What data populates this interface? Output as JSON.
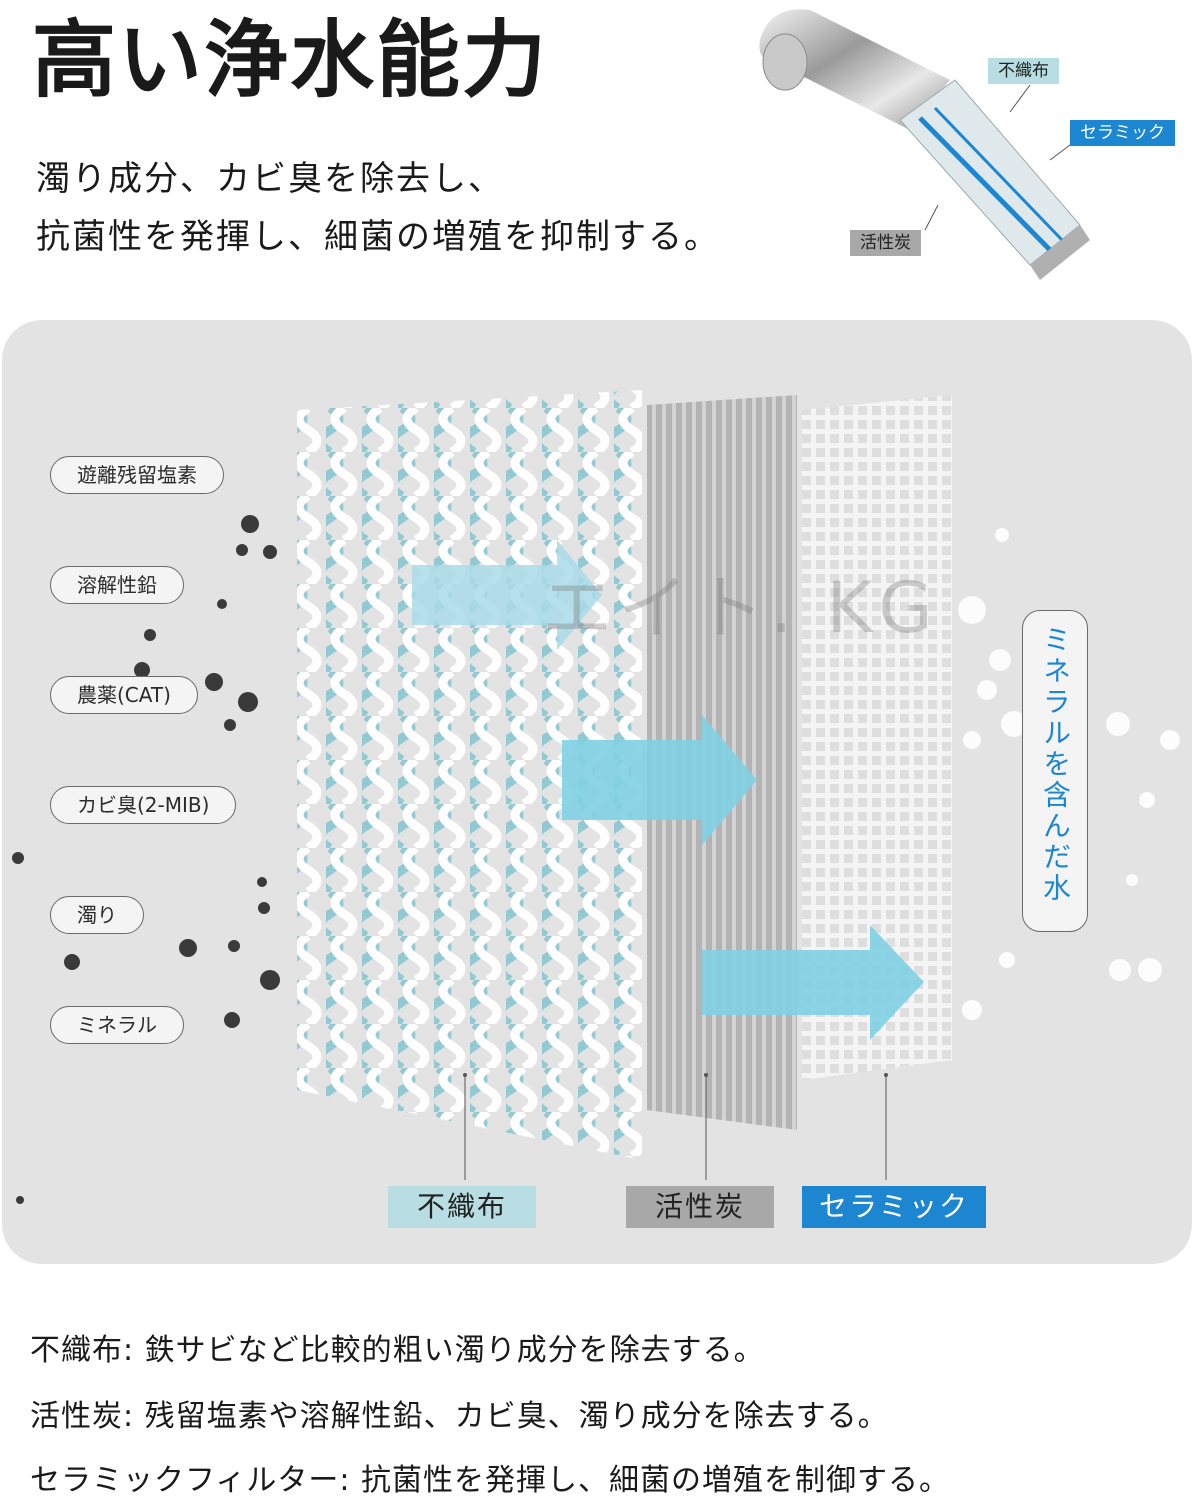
{
  "heading": {
    "title": "高い浄水能力",
    "line1": "濁り成分、カビ臭を除去し、",
    "line2": "抗菌性を発揮し、細菌の増殖を抑制する。"
  },
  "shower_tags": {
    "nonwoven": "不織布",
    "ceramic": "セラミック",
    "activated_carbon": "活性炭"
  },
  "contaminants": [
    "遊離残留塩素",
    "溶解性鉛",
    "農薬(CAT)",
    "カビ臭(2-MIB)",
    "濁り",
    "ミネラル"
  ],
  "output_label": "ミネラルを含んだ水",
  "watermark": "エイト. KG",
  "filter_labels": {
    "nonwoven": "不織布",
    "activated_carbon": "活性炭",
    "ceramic": "セラミック"
  },
  "descriptions": {
    "nonwoven": "不織布: 鉄サビなど比較的粗い濁り成分を除去する。",
    "activated_carbon": "活性炭: 残留塩素や溶解性鉛、カビ臭、濁り成分を除去する。",
    "ceramic": "セラミックフィルター: 抗菌性を発揮し、細菌の増殖を制御する。"
  },
  "colors": {
    "nonwoven": "#b8dde3",
    "carbon": "#a8a8a8",
    "ceramic": "#1c86d1",
    "panel": "#e3e3e3"
  }
}
